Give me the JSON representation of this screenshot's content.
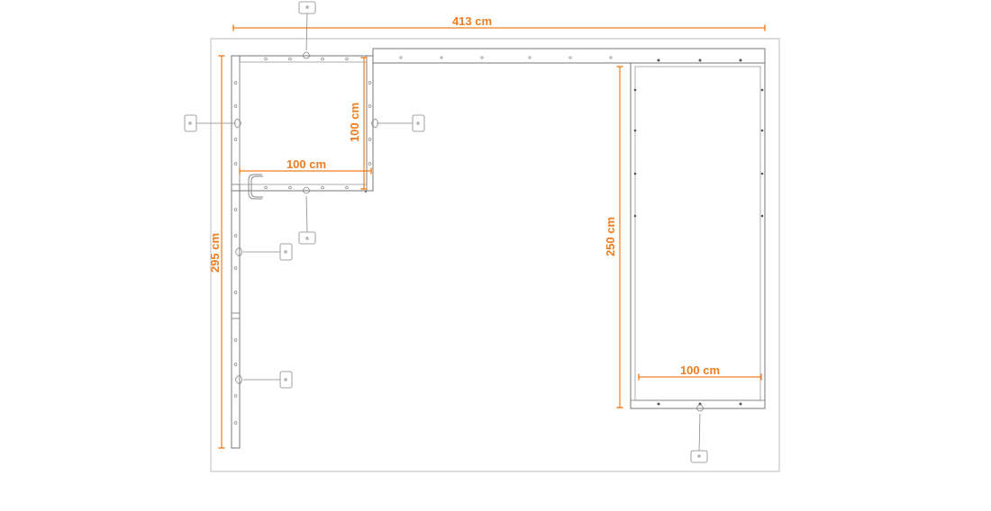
{
  "dimensions": {
    "total_width": "413 cm",
    "left_height": "295 cm",
    "small_frame_height": "100 cm",
    "small_frame_width": "100 cm",
    "large_panel_height": "250 cm",
    "large_panel_width": "100 cm"
  },
  "colors": {
    "dimension": "#f07d1e",
    "structure": "#7a7a7a",
    "outline": "#b9b9b9",
    "fixture": "#8a8a8a"
  },
  "icons": [
    "spotlight-icon",
    "power-socket-icon",
    "door-handle-icon"
  ]
}
